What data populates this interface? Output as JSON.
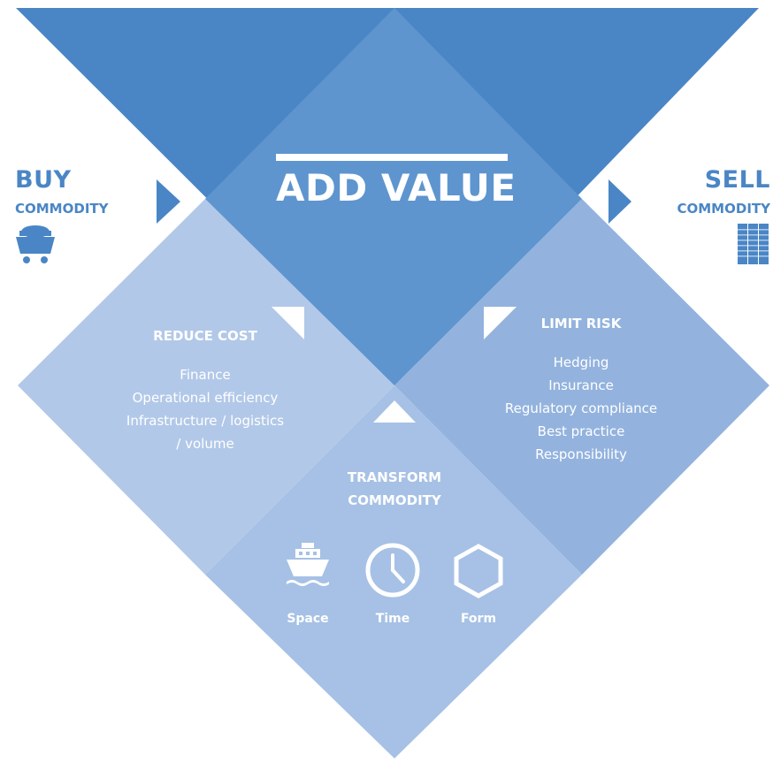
{
  "colors": {
    "triangle_dark": "#4a86c5",
    "diamond_top": "#5e95cf",
    "diamond_left": "#b2c8e8",
    "diamond_right": "#93b3de",
    "diamond_bottom": "#a6c1e5",
    "white": "#ffffff"
  },
  "buy": {
    "title": "BUY",
    "subtitle": "COMMODITY",
    "icon": "mine-cart-icon"
  },
  "sell": {
    "title": "SELL",
    "subtitle": "COMMODITY",
    "icon": "bar-stack-icon"
  },
  "center": {
    "title": "ADD VALUE"
  },
  "reduce_cost": {
    "title": "REDUCE COST",
    "items": [
      "Finance",
      "Operational efficiency",
      "Infrastructure / logistics",
      "/ volume"
    ]
  },
  "limit_risk": {
    "title": "LIMIT RISK",
    "items": [
      "Hedging",
      "Insurance",
      "Regulatory compliance",
      "Best practice",
      "Responsibility"
    ]
  },
  "transform": {
    "title_line1": "TRANSFORM",
    "title_line2": "COMMODITY",
    "space_label": "Space",
    "time_label": "Time",
    "form_label": "Form"
  }
}
